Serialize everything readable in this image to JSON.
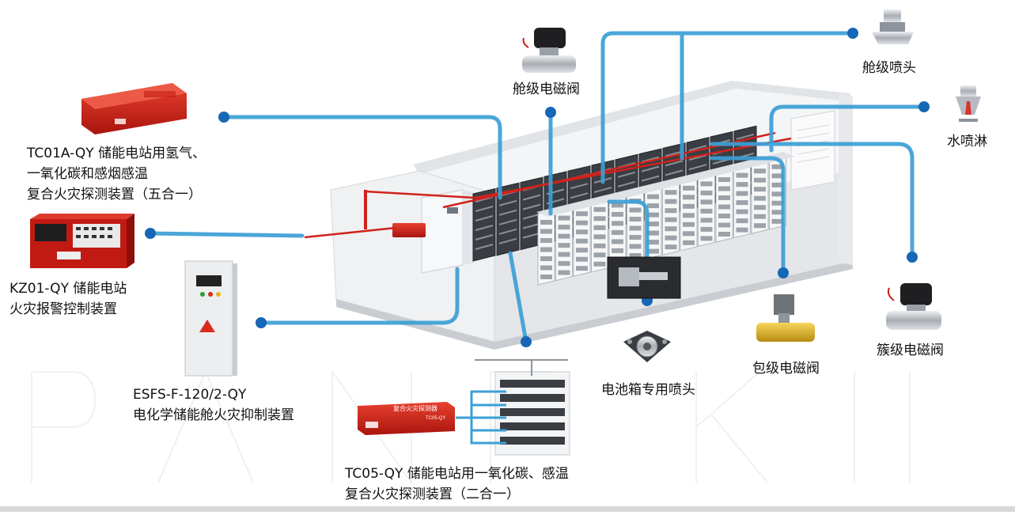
{
  "labels": {
    "tc01a": [
      "TC01A-QY 储能电站用氢气、",
      "一氧化碳和感烟感温",
      "复合火灾探测装置（五合一）"
    ],
    "kz01": [
      "KZ01-QY 储能电站",
      "火灾报警控制装置"
    ],
    "esfs": [
      "ESFS-F-120/2-QY",
      "电化学储能舱火灾抑制装置"
    ],
    "tc05": [
      "TC05-QY 储能电站用一氧化碳、感温",
      "复合火灾探测装置（二合一）"
    ],
    "cabin_valve": "舱级电磁阀",
    "cabin_nozzle": "舱级喷头",
    "sprinkler": "水喷淋",
    "cluster_valve": "簇级电磁阀",
    "pack_valve": "包级电磁阀",
    "battery_nozzle": "电池箱专用喷头"
  },
  "device_text": {
    "detector_title": "复合火灾探测器",
    "detector_model": "TC05-QY"
  },
  "colors": {
    "pipe_blue": "#3b9fd6",
    "fire_red": "#d0221c",
    "container_white": "#f1f2f4",
    "dot_blue": "#1667b5"
  }
}
